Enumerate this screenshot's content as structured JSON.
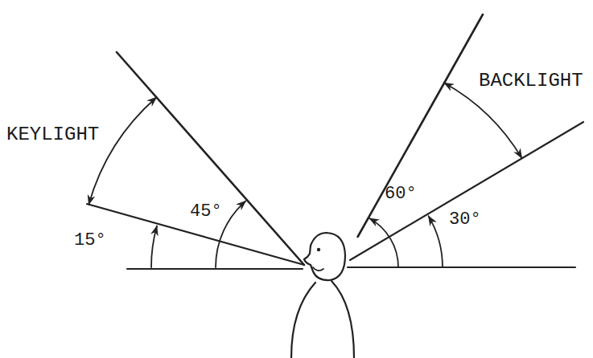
{
  "diagram": {
    "labels": [
      "KEYLIGHT",
      "45°",
      "15°",
      "60°",
      "30°",
      "BACKLIGHT"
    ]
  }
}
